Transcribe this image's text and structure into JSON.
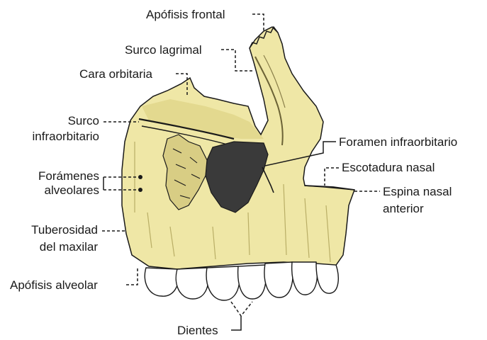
{
  "diagram": {
    "colors": {
      "bone": "#efe7a6",
      "bone_shadow": "#c9bf78",
      "cavity": "#3a3a3a",
      "teeth": "#ffffff",
      "ink": "#1a1a1a"
    },
    "labels": {
      "apofisis_frontal": "Apófisis frontal",
      "surco_lagrimal": "Surco lagrimal",
      "cara_orbitaria": "Cara orbitaria",
      "surco_infraorbitario_1": "Surco",
      "surco_infraorbitario_2": "infraorbitario",
      "foramenes_alveolares_1": "Forámenes",
      "foramenes_alveolares_2": "alveolares",
      "tuberosidad_1": "Tuberosidad",
      "tuberosidad_2": "del maxilar",
      "apofisis_alveolar": "Apófisis alveolar",
      "dientes": "Dientes",
      "foramen_infraorbitario": "Foramen infraorbitario",
      "escotadura_nasal": "Escotadura nasal",
      "espina_nasal_1": "Espina nasal",
      "espina_nasal_2": "anterior"
    }
  }
}
